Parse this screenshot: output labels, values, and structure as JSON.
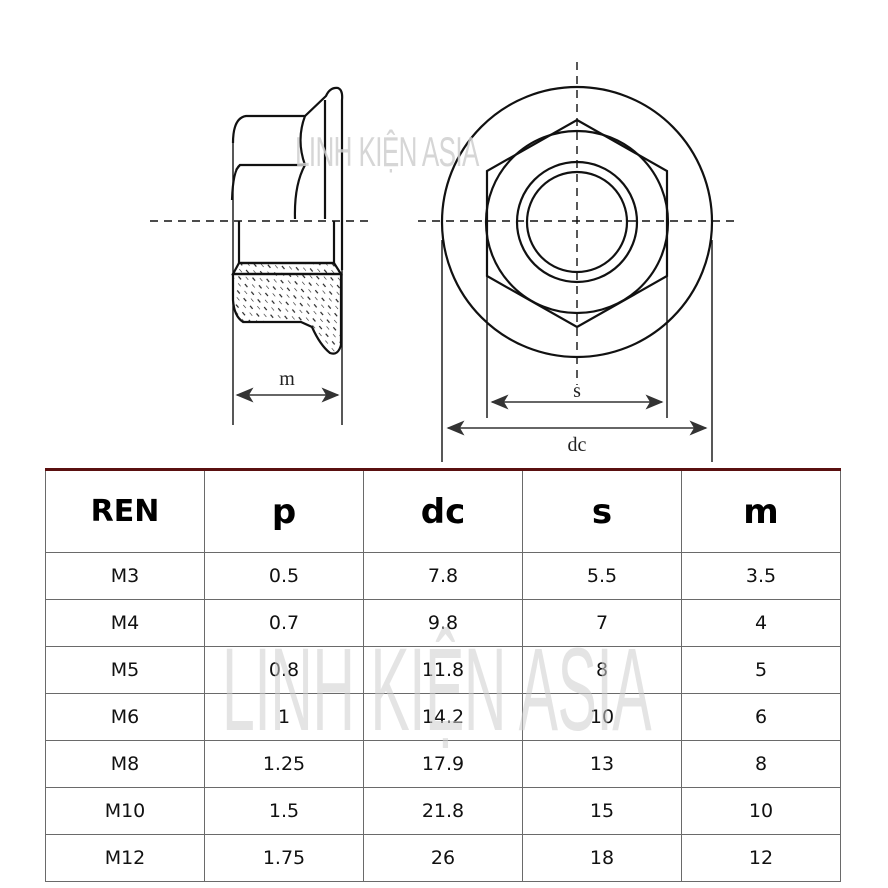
{
  "watermark": {
    "text": "LINH KIỆN ASIA"
  },
  "drawing": {
    "side_view": {
      "dimension_label": "m"
    },
    "front_view": {
      "dimension_labels": {
        "s": "s",
        "dc": "dc"
      }
    }
  },
  "table": {
    "headers": [
      "REN",
      "p",
      "dc",
      "s",
      "m"
    ],
    "rows": [
      [
        "M3",
        "0.5",
        "7.8",
        "5.5",
        "3.5"
      ],
      [
        "M4",
        "0.7",
        "9.8",
        "7",
        "4"
      ],
      [
        "M5",
        "0.8",
        "11.8",
        "8",
        "5"
      ],
      [
        "M6",
        "1",
        "14.2",
        "10",
        "6"
      ],
      [
        "M8",
        "1.25",
        "17.9",
        "13",
        "8"
      ],
      [
        "M10",
        "1.5",
        "21.8",
        "15",
        "10"
      ],
      [
        "M12",
        "1.75",
        "26",
        "18",
        "12"
      ]
    ]
  },
  "colors": {
    "table_top_border": "#5a1010",
    "grid_line": "#6a6a6a",
    "watermark": "#cfcfcf"
  }
}
